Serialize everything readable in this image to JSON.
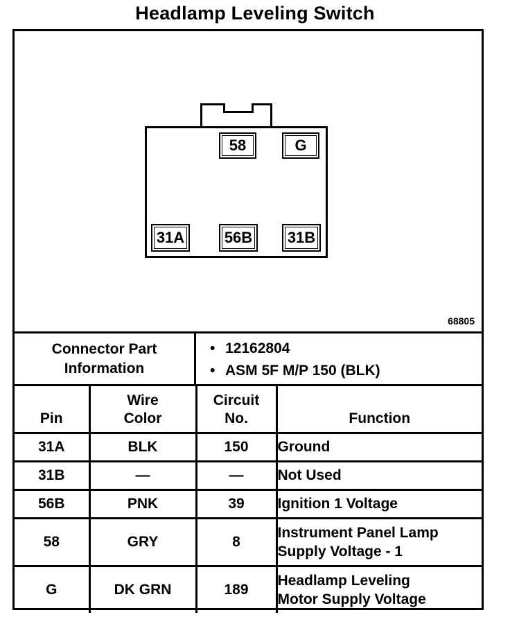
{
  "title": "Headlamp Leveling Switch",
  "figure_number": "68805",
  "connector_pins": {
    "top": [
      "58",
      "G"
    ],
    "bottom": [
      "31A",
      "56B",
      "31B"
    ]
  },
  "connector_info": {
    "label_line1": "Connector Part",
    "label_line2": "Information",
    "items": [
      "12162804",
      "ASM 5F M/P 150 (BLK)"
    ]
  },
  "table": {
    "headers": {
      "pin": "Pin",
      "wire_color_1": "Wire",
      "wire_color_2": "Color",
      "circuit_1": "Circuit",
      "circuit_2": "No.",
      "function": "Function"
    },
    "rows": [
      {
        "pin": "31A",
        "wire": "BLK",
        "circuit": "150",
        "function_1": "Ground",
        "function_2": ""
      },
      {
        "pin": "31B",
        "wire": "—",
        "circuit": "—",
        "function_1": "Not Used",
        "function_2": ""
      },
      {
        "pin": "56B",
        "wire": "PNK",
        "circuit": "39",
        "function_1": "Ignition 1 Voltage",
        "function_2": ""
      },
      {
        "pin": "58",
        "wire": "GRY",
        "circuit": "8",
        "function_1": "Instrument Panel Lamp",
        "function_2": "Supply Voltage - 1"
      },
      {
        "pin": "G",
        "wire": "DK GRN",
        "circuit": "189",
        "function_1": "Headlamp Leveling",
        "function_2": "Motor Supply Voltage"
      }
    ]
  }
}
